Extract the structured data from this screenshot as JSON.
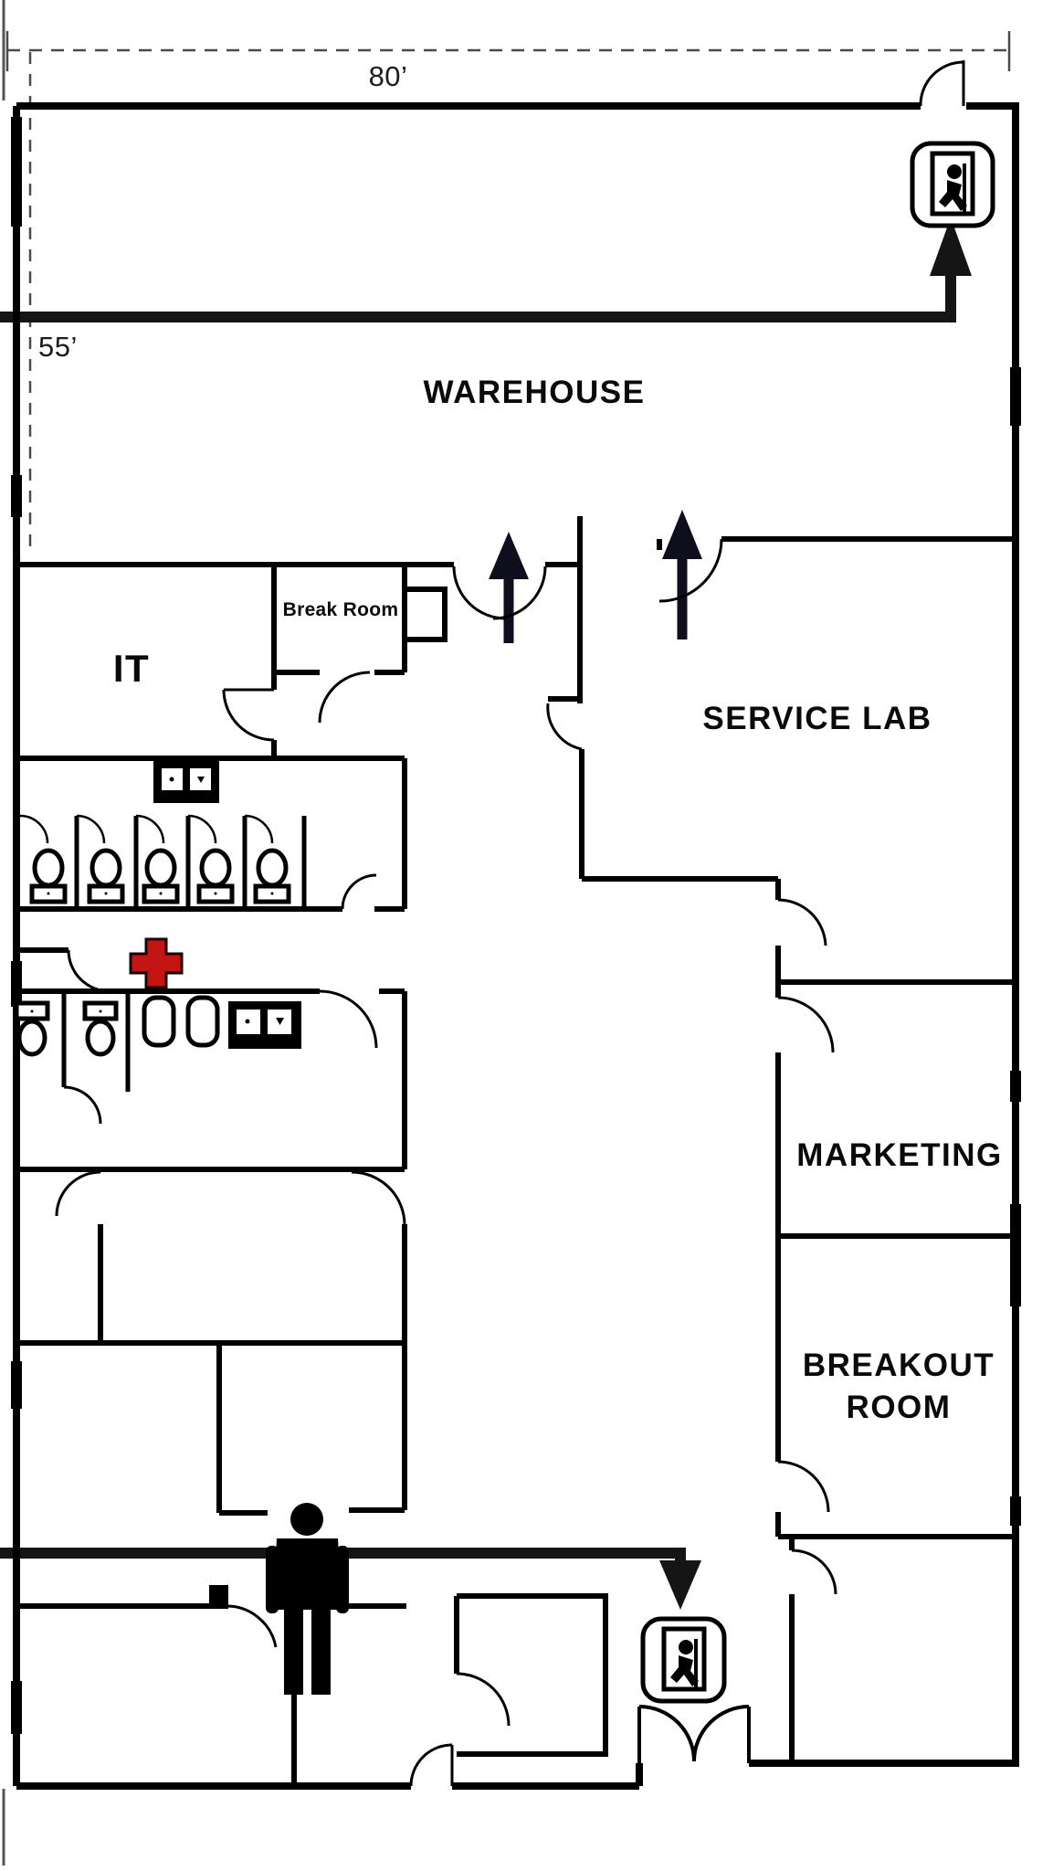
{
  "diagram": {
    "kind": "building evacuation floor plan",
    "dimensions": {
      "top_width": "80’",
      "left_height": "55’"
    },
    "rooms": {
      "warehouse": "WAREHOUSE",
      "it": "IT",
      "break_room": "Break Room",
      "service_lab": "SERVICE LAB",
      "marketing": "MARKETING",
      "breakout_line1": "BREAKOUT",
      "breakout_line2": "ROOM"
    },
    "icons": {
      "exit_sign_top_right": "running-man-exit-sign",
      "exit_sign_bottom": "running-man-exit-sign",
      "first_aid": "red-cross-first-aid-marker",
      "you_are_here_person": "person-pictogram",
      "route_arrows": [
        "up-arrow-top-right-exit",
        "up-arrow-center-corridor",
        "up-arrow-service-lab-door",
        "down-arrow-bottom-exit"
      ]
    },
    "colors": {
      "wall": "#000000",
      "route": "#151515",
      "arrow": "#0e0e1c",
      "first_aid": "#c41414",
      "dimension": "#4a4a4a",
      "background": "#ffffff"
    }
  }
}
